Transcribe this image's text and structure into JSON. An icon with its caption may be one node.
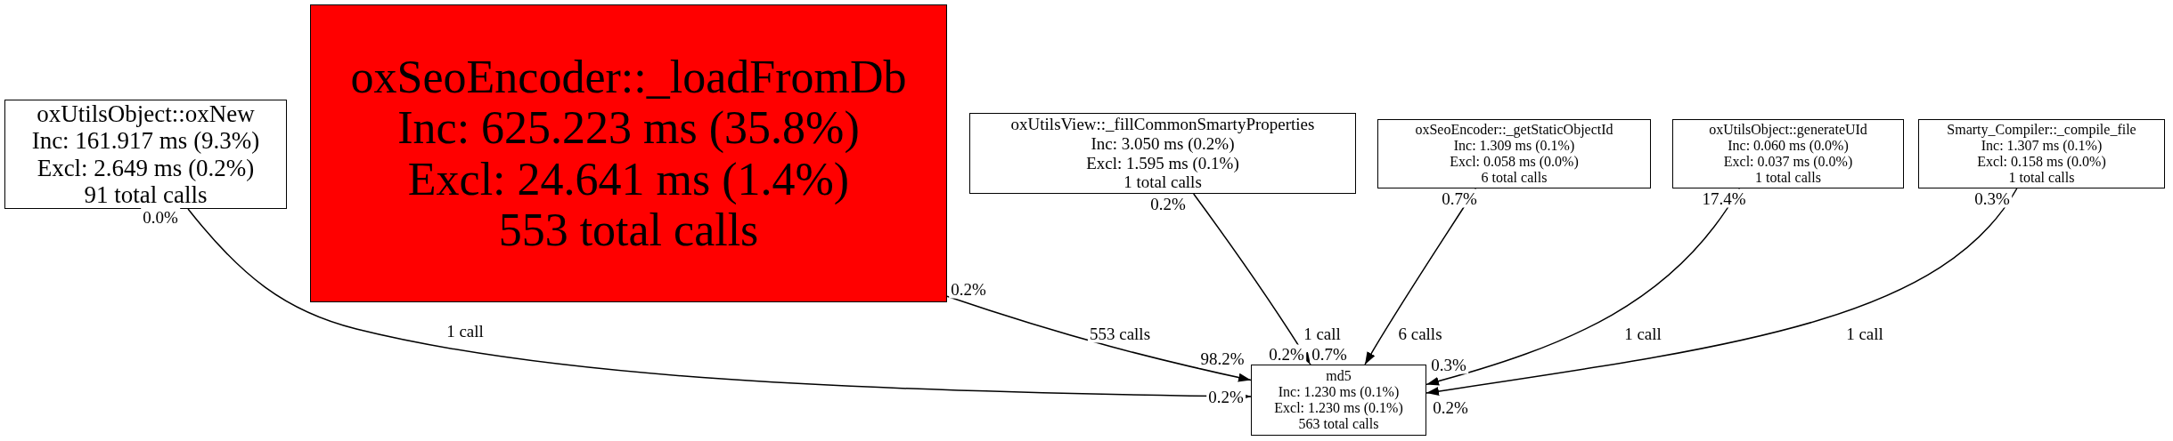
{
  "diagram": {
    "nodes": [
      {
        "text": [
          "oxUtilsObject::oxNew",
          "Inc: 161.917 ms (9.3%)",
          "Excl: 2.649 ms (0.2%)",
          "91 total calls"
        ],
        "beside": [
          "0.0%"
        ]
      },
      {
        "text": [
          "oxSeoEncoder::_loadFromDb",
          "Inc: 625.223 ms (35.8%)",
          "Excl: 24.641 ms (1.4%)",
          "553 total calls"
        ],
        "beside": [
          "0.2%"
        ]
      },
      {
        "text": [
          "oxUtilsView::_fillCommonSmartyProperties",
          "Inc: 3.050 ms (0.2%)",
          "Excl: 1.595 ms (0.1%)",
          "1 total calls"
        ],
        "beside": [
          "0.2%"
        ]
      },
      {
        "text": [
          "oxSeoEncoder::_getStaticObjectId",
          "Inc: 1.309 ms (0.1%)",
          "Excl: 0.058 ms (0.0%)",
          "6 total calls"
        ],
        "beside": [
          "0.7%"
        ]
      },
      {
        "text": [
          "oxUtilsObject::generateUId",
          "Inc: 0.060 ms (0.0%)",
          "Excl: 0.037 ms (0.0%)",
          "1 total calls"
        ],
        "beside": [
          "17.4%"
        ]
      },
      {
        "text": [
          "Smarty_Compiler::_compile_file",
          "Inc: 1.307 ms (0.1%)",
          "Excl: 0.158 ms (0.0%)",
          "1 total calls"
        ],
        "beside": [
          "0.3%"
        ]
      },
      {
        "text": [
          "md5",
          "Inc: 1.230 ms (0.1%)",
          "Excl: 1.230 ms (0.1%)",
          "563 total calls"
        ],
        "beside": [
          "0.2%",
          "98.2%",
          "0.2%",
          "0.7%",
          "0.3%",
          "0.2%"
        ]
      }
    ],
    "edges": [
      {
        "from": 0,
        "to": 6,
        "arrow": "to",
        "label": "1 call"
      },
      {
        "from": 1,
        "to": 6,
        "arrow": "to",
        "label": "553 calls"
      },
      {
        "from": 2,
        "to": 6,
        "arrow": "to",
        "label": "1 call"
      },
      {
        "from": 3,
        "to": 6,
        "arrow": "to",
        "label": "6 calls"
      },
      {
        "from": 4,
        "to": 6,
        "arrow": "to",
        "label": "1 call"
      },
      {
        "from": 5,
        "to": 6,
        "arrow": "to",
        "label": "1 call"
      }
    ]
  }
}
